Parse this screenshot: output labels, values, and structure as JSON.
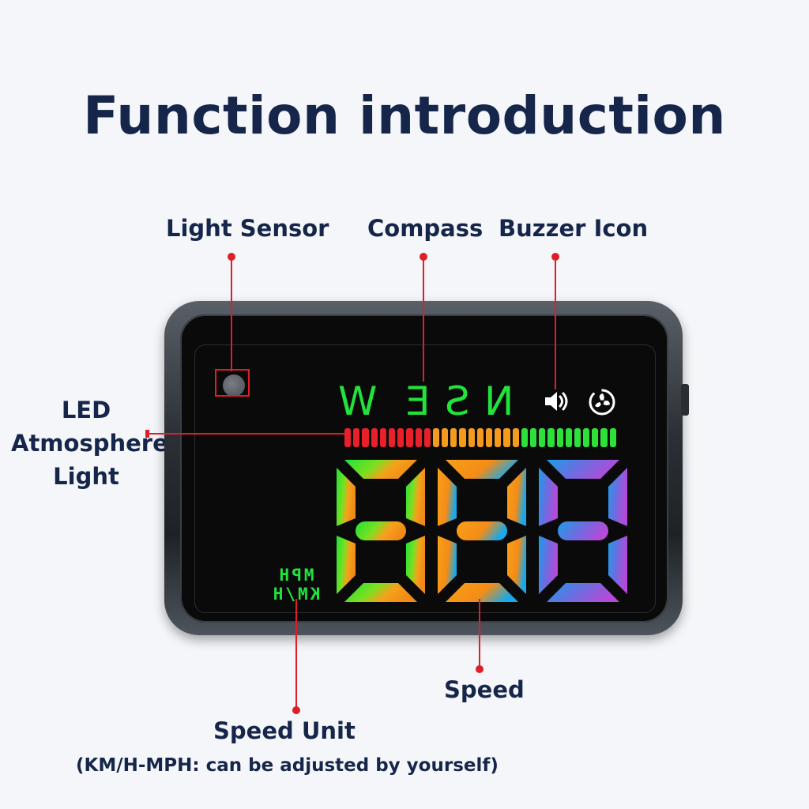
{
  "title": "Function introduction",
  "labels": {
    "light_sensor": "Light Sensor",
    "compass": "Compass",
    "buzzer_icon": "Buzzer Icon",
    "led_line1": "LED",
    "led_line2": "Atmosphere",
    "led_line3": "Light",
    "speed": "Speed",
    "speed_unit": "Speed Unit",
    "speed_unit_note": "(KM/H-MPH: can be adjusted by yourself)"
  },
  "display": {
    "compass_letters": [
      "W",
      "E",
      "S",
      "N"
    ],
    "unit_top": "MPH",
    "unit_bottom": "KM/H",
    "speed_digits": [
      "8",
      "8",
      "8"
    ],
    "buzzer_icon": "speaker-icon",
    "fan_icon": "fan-icon"
  },
  "colors": {
    "title": "#16264a",
    "leader": "#e01e2a",
    "display_green": "#22e23c",
    "led_red": "#e8202a",
    "led_orange": "#f49a1c",
    "led_green": "#2ee03a"
  }
}
